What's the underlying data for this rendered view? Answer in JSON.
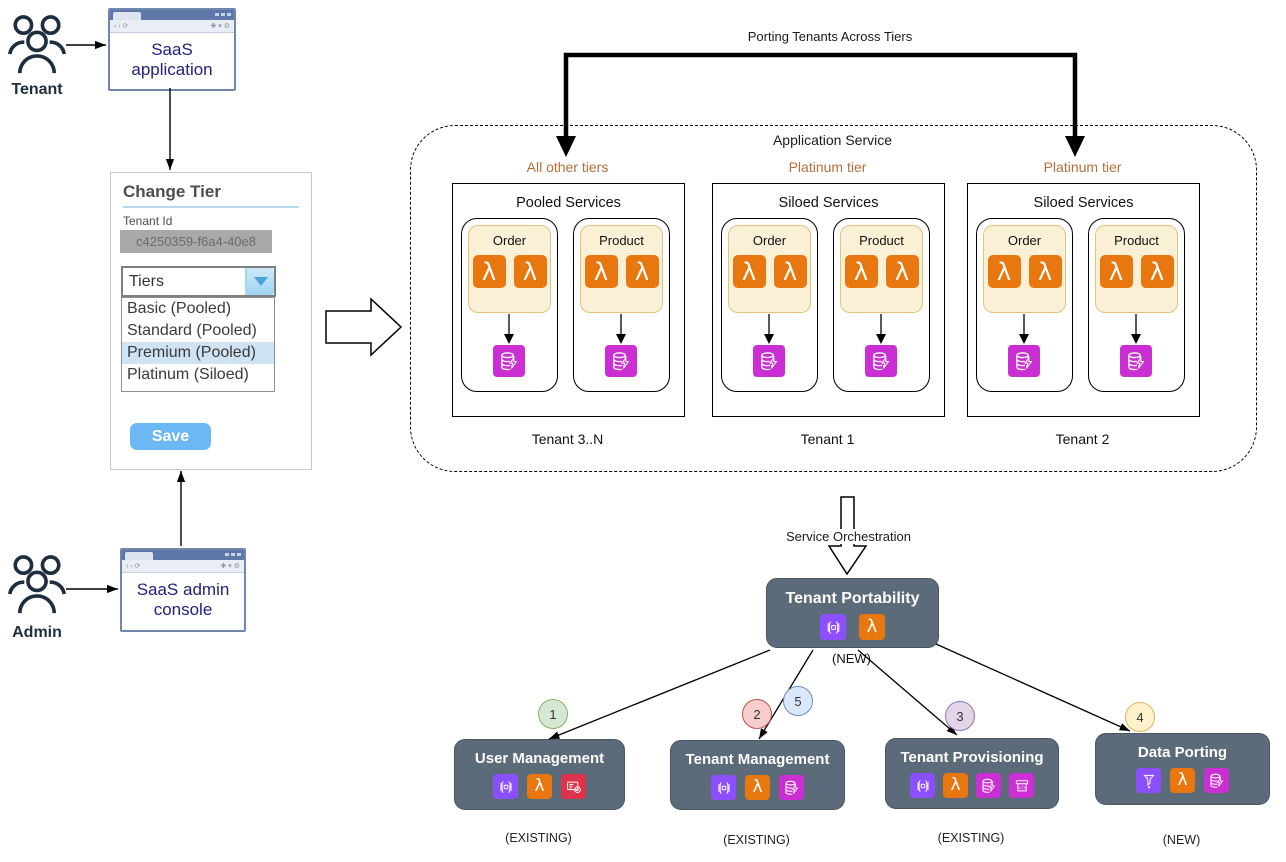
{
  "actors": {
    "tenant_label": "Tenant",
    "admin_label": "Admin"
  },
  "windows": {
    "saas_application": "SaaS application",
    "admin_console": "SaaS admin console"
  },
  "change_tier": {
    "title": "Change Tier",
    "tenant_id_label": "Tenant Id",
    "tenant_id_value": "c4250359-f6a4-40e8",
    "tiers_dropdown_label": "Tiers",
    "tier_options": [
      "Basic (Pooled)",
      "Standard (Pooled)",
      "Premium (Pooled)",
      "Platinum (Siloed)"
    ],
    "selected_tier": "Premium (Pooled)",
    "save_button": "Save"
  },
  "porting_arrow_label": "Porting Tenants Across Tiers",
  "application_service": {
    "title": "Application Service",
    "tenant_groups": [
      {
        "tier_label": "All other tiers",
        "services_title": "Pooled Services",
        "modules": [
          {
            "name": "Order"
          },
          {
            "name": "Product"
          }
        ],
        "tenant_label": "Tenant 3..N"
      },
      {
        "tier_label": "Platinum tier",
        "services_title": "Siloed Services",
        "modules": [
          {
            "name": "Order"
          },
          {
            "name": "Product"
          }
        ],
        "tenant_label": "Tenant 1"
      },
      {
        "tier_label": "Platinum tier",
        "services_title": "Siloed Services",
        "modules": [
          {
            "name": "Order"
          },
          {
            "name": "Product"
          }
        ],
        "tenant_label": "Tenant 2"
      }
    ]
  },
  "service_orchestration_label": "Service Orchestration",
  "tenant_portability": {
    "title": "Tenant Portability",
    "status": "(NEW)",
    "icons": [
      "api-gateway-icon",
      "lambda-icon"
    ]
  },
  "microservices": [
    {
      "title": "User Management",
      "status": "(EXISTING)",
      "icons": [
        "api-gateway-icon",
        "lambda-icon",
        "cognito-icon"
      ],
      "badges": [
        {
          "label": "1",
          "fill": "#d5e8d4",
          "stroke": "#82b366"
        }
      ]
    },
    {
      "title": "Tenant Management",
      "status": "(EXISTING)",
      "icons": [
        "api-gateway-icon",
        "lambda-icon",
        "dynamodb-icon"
      ],
      "badges": [
        {
          "label": "2",
          "fill": "#f8cecc",
          "stroke": "#b85450"
        },
        {
          "label": "5",
          "fill": "#dae8fc",
          "stroke": "#6c8ebf"
        }
      ]
    },
    {
      "title": "Tenant Provisioning",
      "status": "(EXISTING)",
      "icons": [
        "api-gateway-icon",
        "lambda-icon",
        "dynamodb-icon",
        "cloudformation-icon"
      ],
      "badges": [
        {
          "label": "3",
          "fill": "#e1d5e7",
          "stroke": "#9673a6"
        }
      ]
    },
    {
      "title": "Data Porting",
      "status": "(NEW)",
      "icons": [
        "funnel-icon",
        "lambda-icon",
        "dynamodb-icon"
      ],
      "badges": [
        {
          "label": "4",
          "fill": "#fff2cc",
          "stroke": "#d6b656"
        }
      ]
    }
  ],
  "colors": {
    "lambda": "#e8770f",
    "dynamodb": "#cb2fd3",
    "api_gateway": "#8c4fff",
    "cognito": "#dd344c",
    "cloudformation": "#cc2fd3",
    "slate_box": "#5c6b7a",
    "tier_label": "#b5703a",
    "save_button": "#6cb8f4",
    "selected_row": "#cfe3f2",
    "navy_text": "#22227d"
  }
}
